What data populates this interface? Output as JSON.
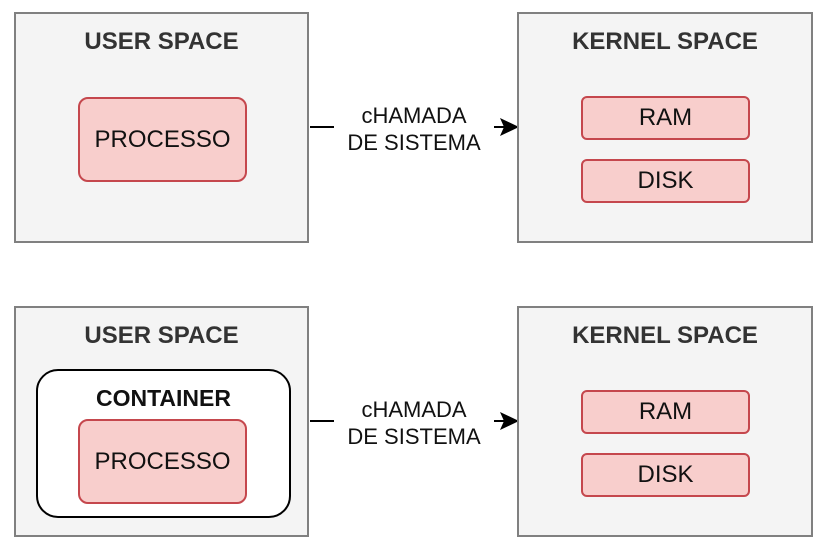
{
  "diagram_top": {
    "user_space": {
      "title": "USER SPACE",
      "process": "PROCESSO"
    },
    "call": {
      "line1": "cHAMADA",
      "line2": "DE SISTEMA"
    },
    "kernel_space": {
      "title": "KERNEL SPACE",
      "ram": "RAM",
      "disk": "DISK"
    }
  },
  "diagram_bottom": {
    "user_space": {
      "title": "USER SPACE",
      "container": "CONTAINER",
      "process": "PROCESSO"
    },
    "call": {
      "line1": "cHAMADA",
      "line2": "DE SISTEMA"
    },
    "kernel_space": {
      "title": "KERNEL SPACE",
      "ram": "RAM",
      "disk": "DISK"
    }
  },
  "colors": {
    "space_fill": "#f4f4f4",
    "space_border": "#808080",
    "node_fill": "#f8cecc",
    "node_border": "#c5474d",
    "container_border": "#000000",
    "arrow": "#000000"
  }
}
